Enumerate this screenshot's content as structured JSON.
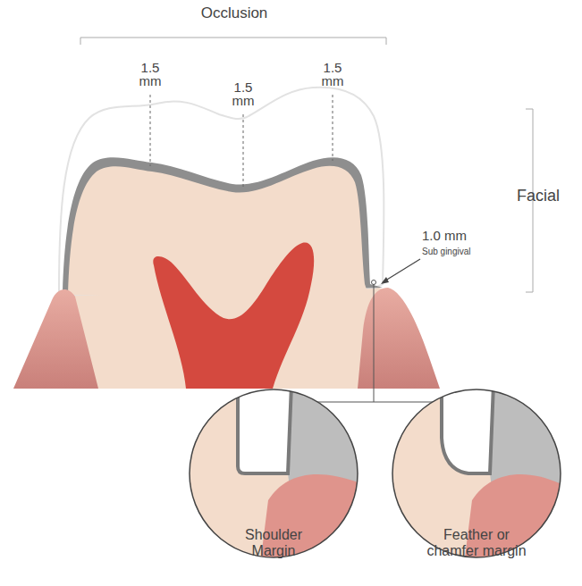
{
  "diagram": {
    "labels": [
      "Occlusion",
      "1.5 mm",
      "1.5 mm",
      "1.5 mm",
      "Facial",
      "1.0 mm",
      "Sub gingival",
      "Shoulder Margin",
      "Feather or chamfer margin"
    ]
  }
}
